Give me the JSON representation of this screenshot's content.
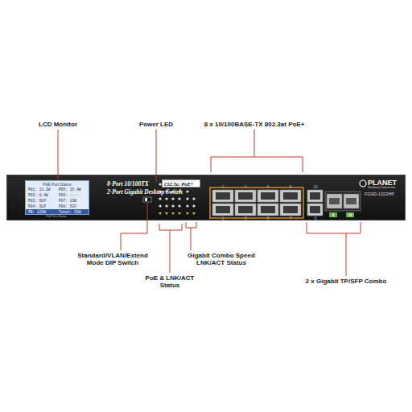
{
  "diagram": {
    "nodes": [
      {
        "text": [
          "8-Port 10/100TX",
          "2-Port Gigabit Desktop Switch",
          "PLANET",
          "Networking & Communication",
          "FGSD-1022HP"
        ]
      },
      {
        "text": [
          "802.3at PoE+"
        ],
        "in": 0
      },
      {
        "text": [
          "PoE Port Status",
          "P01: 11.2W",
          "P05: 15.4W",
          "P02: 8.4W",
          "P06: ----",
          "P03: OLP",
          "P07: 13W",
          "P04: OLP",
          "P08: 5CF",
          "PB: 120W",
          "Total: 52W"
        ],
        "in": 0
      }
    ],
    "labels": [
      "LCD Monitor",
      "Power LED",
      "8 x 10/100BASE-TX 802.3at PoE+",
      "Standard/VLAN/Extend Mode DIP Switch",
      "PoE & LNK/ACT Status",
      "Gigabit Combo Speed LNK/ACT Status",
      "2 x Gigabit TP/SFP Combo",
      "2",
      "4",
      "6",
      "8",
      "1",
      "3",
      "5",
      "7",
      "10",
      "9",
      "9",
      "10",
      "PoE Port Status"
    ]
  }
}
